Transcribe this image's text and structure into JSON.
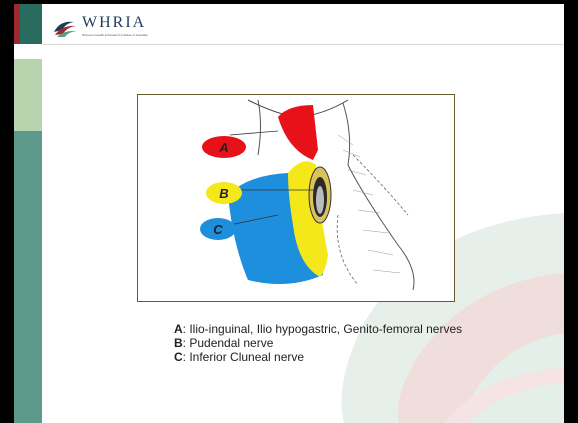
{
  "logo": {
    "text": "WHRIA",
    "subtitle": "Women's Health & Research Institute of Australia"
  },
  "figure": {
    "labels": {
      "a": "A",
      "b": "B",
      "c": "C"
    },
    "colors": {
      "a": "#e8111a",
      "b": "#f5e81a",
      "c": "#1e8fdc"
    }
  },
  "caption": {
    "items": [
      {
        "key": "A",
        "text": ": Ilio-inguinal, Ilio hypogastric,   Genito-femoral nerves"
      },
      {
        "key": "B",
        "text": ":  Pudendal nerve"
      },
      {
        "key": "C",
        "text": ": Inferior Cluneal nerve"
      }
    ]
  },
  "colors": {
    "accent_dark": "#2a6b60",
    "accent_light": "#b7d4ae",
    "accent_teal": "#5e9a8c",
    "brand_red": "#9c2a2a"
  }
}
